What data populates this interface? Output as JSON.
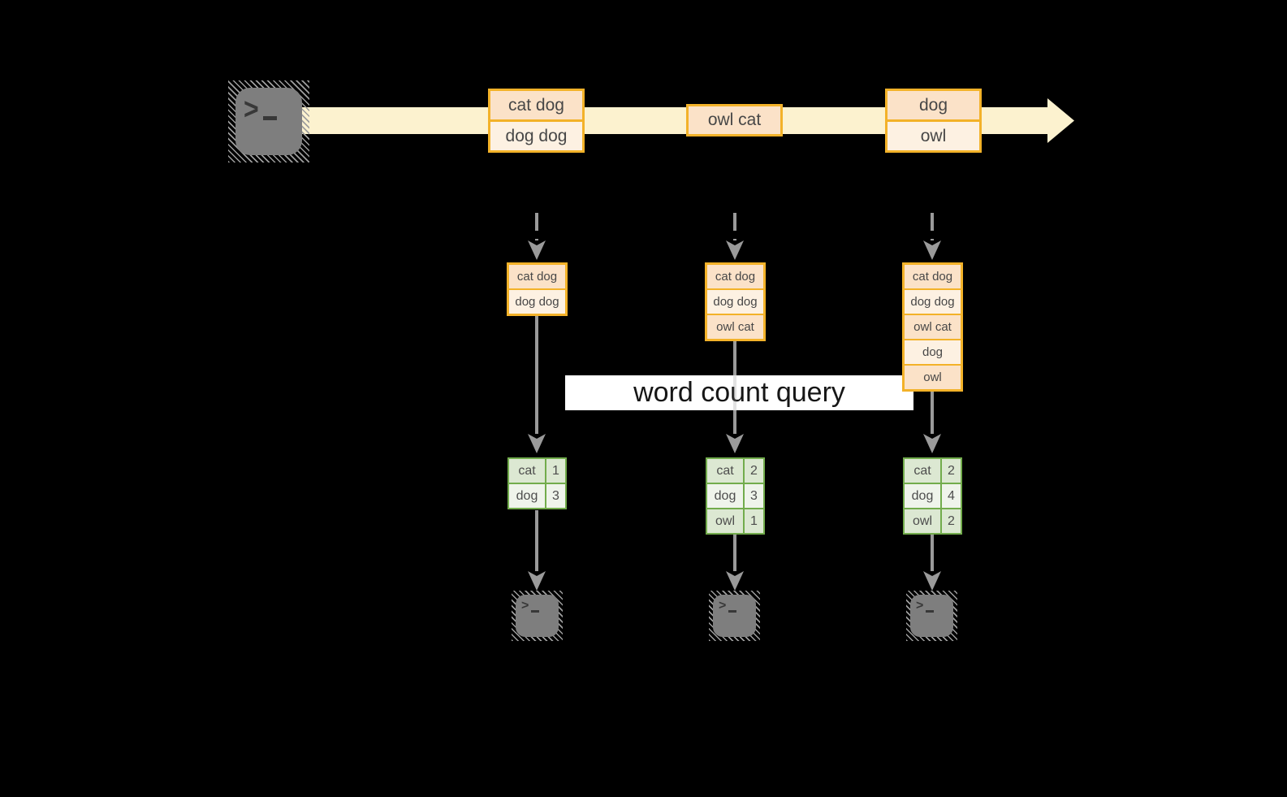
{
  "query": {
    "label": "word count query"
  },
  "terminal": {
    "chevron": ">"
  },
  "stream": {
    "events": [
      {
        "rows": [
          "cat dog",
          "dog dog"
        ]
      },
      {
        "rows": [
          "owl cat"
        ]
      },
      {
        "rows": [
          "dog",
          "owl"
        ]
      }
    ]
  },
  "columns": [
    {
      "state_rows": [
        "cat dog",
        "dog dog"
      ],
      "count_rows": [
        [
          "cat",
          "1"
        ],
        [
          "dog",
          "3"
        ]
      ]
    },
    {
      "state_rows": [
        "cat dog",
        "dog dog",
        "owl cat"
      ],
      "count_rows": [
        [
          "cat",
          "2"
        ],
        [
          "dog",
          "3"
        ],
        [
          "owl",
          "1"
        ]
      ]
    },
    {
      "state_rows": [
        "cat dog",
        "dog dog",
        "owl cat",
        "dog",
        "owl"
      ],
      "count_rows": [
        [
          "cat",
          "2"
        ],
        [
          "dog",
          "4"
        ],
        [
          "owl",
          "2"
        ]
      ]
    }
  ],
  "colors": {
    "accent_orange": "#F3B229",
    "peach_fill": "#FBE2C8",
    "cream_fill": "#FDF1E2",
    "stream_fill": "#FCF2CF",
    "accent_green": "#72AC4C",
    "green_cell_dark": "#DCE8D2",
    "green_cell_light": "#EFF4EB",
    "connector_gray": "#9A9A9A",
    "terminal_gray": "#7E7E7E",
    "query_band_bg": "#FFFFFF"
  }
}
